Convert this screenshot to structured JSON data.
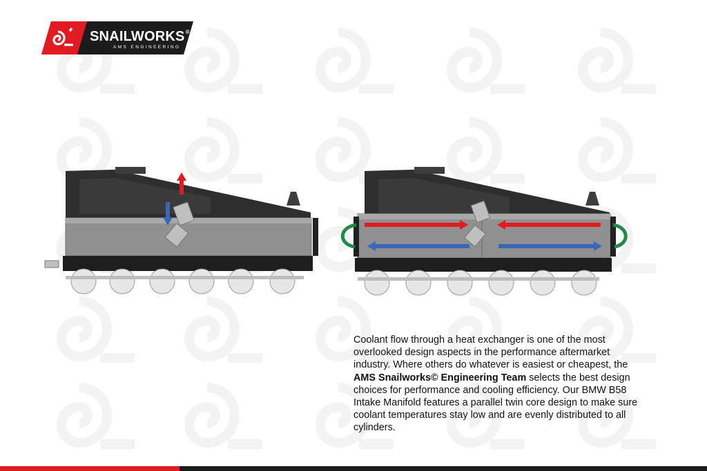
{
  "brand": {
    "name": "SNAILWORKS",
    "registered_mark": "®",
    "tagline": "AMS ENGINEERING",
    "red": "#e21b22",
    "black": "#1c1c1c"
  },
  "description": {
    "part1": "Coolant flow through a heat exchanger is one of the most overlooked design aspects in the performance aftermarket industry. Where others do whatever is easiest or cheapest, the ",
    "bold": "AMS Snailworks© Engineering Team",
    "part2": " selects the best design choices for performance and cooling efficiency. Our BMW B58 Intake Manifold features a parallel twin core design to make sure coolant temperatures stay low and are evenly distributed to all cylinders."
  },
  "diagrams": {
    "left": {
      "flow_arrows": [
        "red-up",
        "blue-down"
      ]
    },
    "right": {
      "flow_arrows": [
        "red-right",
        "red-left",
        "blue-left",
        "blue-right",
        "green-loop-left",
        "green-loop-right"
      ]
    }
  },
  "colors": {
    "hot": "#e21b22",
    "cold": "#3a67b8",
    "loop": "#1f8a4a",
    "watermark": "#f3f3f3"
  }
}
